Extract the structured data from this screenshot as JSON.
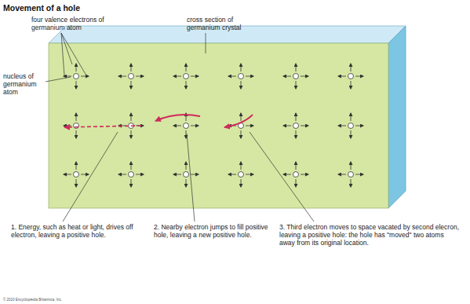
{
  "diagram": {
    "title": "Movement of a hole",
    "labels": [
      "four valence electrons of germanium atom",
      "cross section of germanium crystal",
      "nucleus of germanium atom",
      "1. Energy, such as heat or light, drives off electron, leaving a positive hole.",
      "2. Nearby electron jumps to fill positive hole, leaving a new positive hole.",
      "3. Third electron moves to space vacated by second elecron, leaving a positive hole: the hole has \"moved\" two atoms away from its original location.",
      "© 2010 Encyclopædia Britannica, Inc."
    ]
  }
}
